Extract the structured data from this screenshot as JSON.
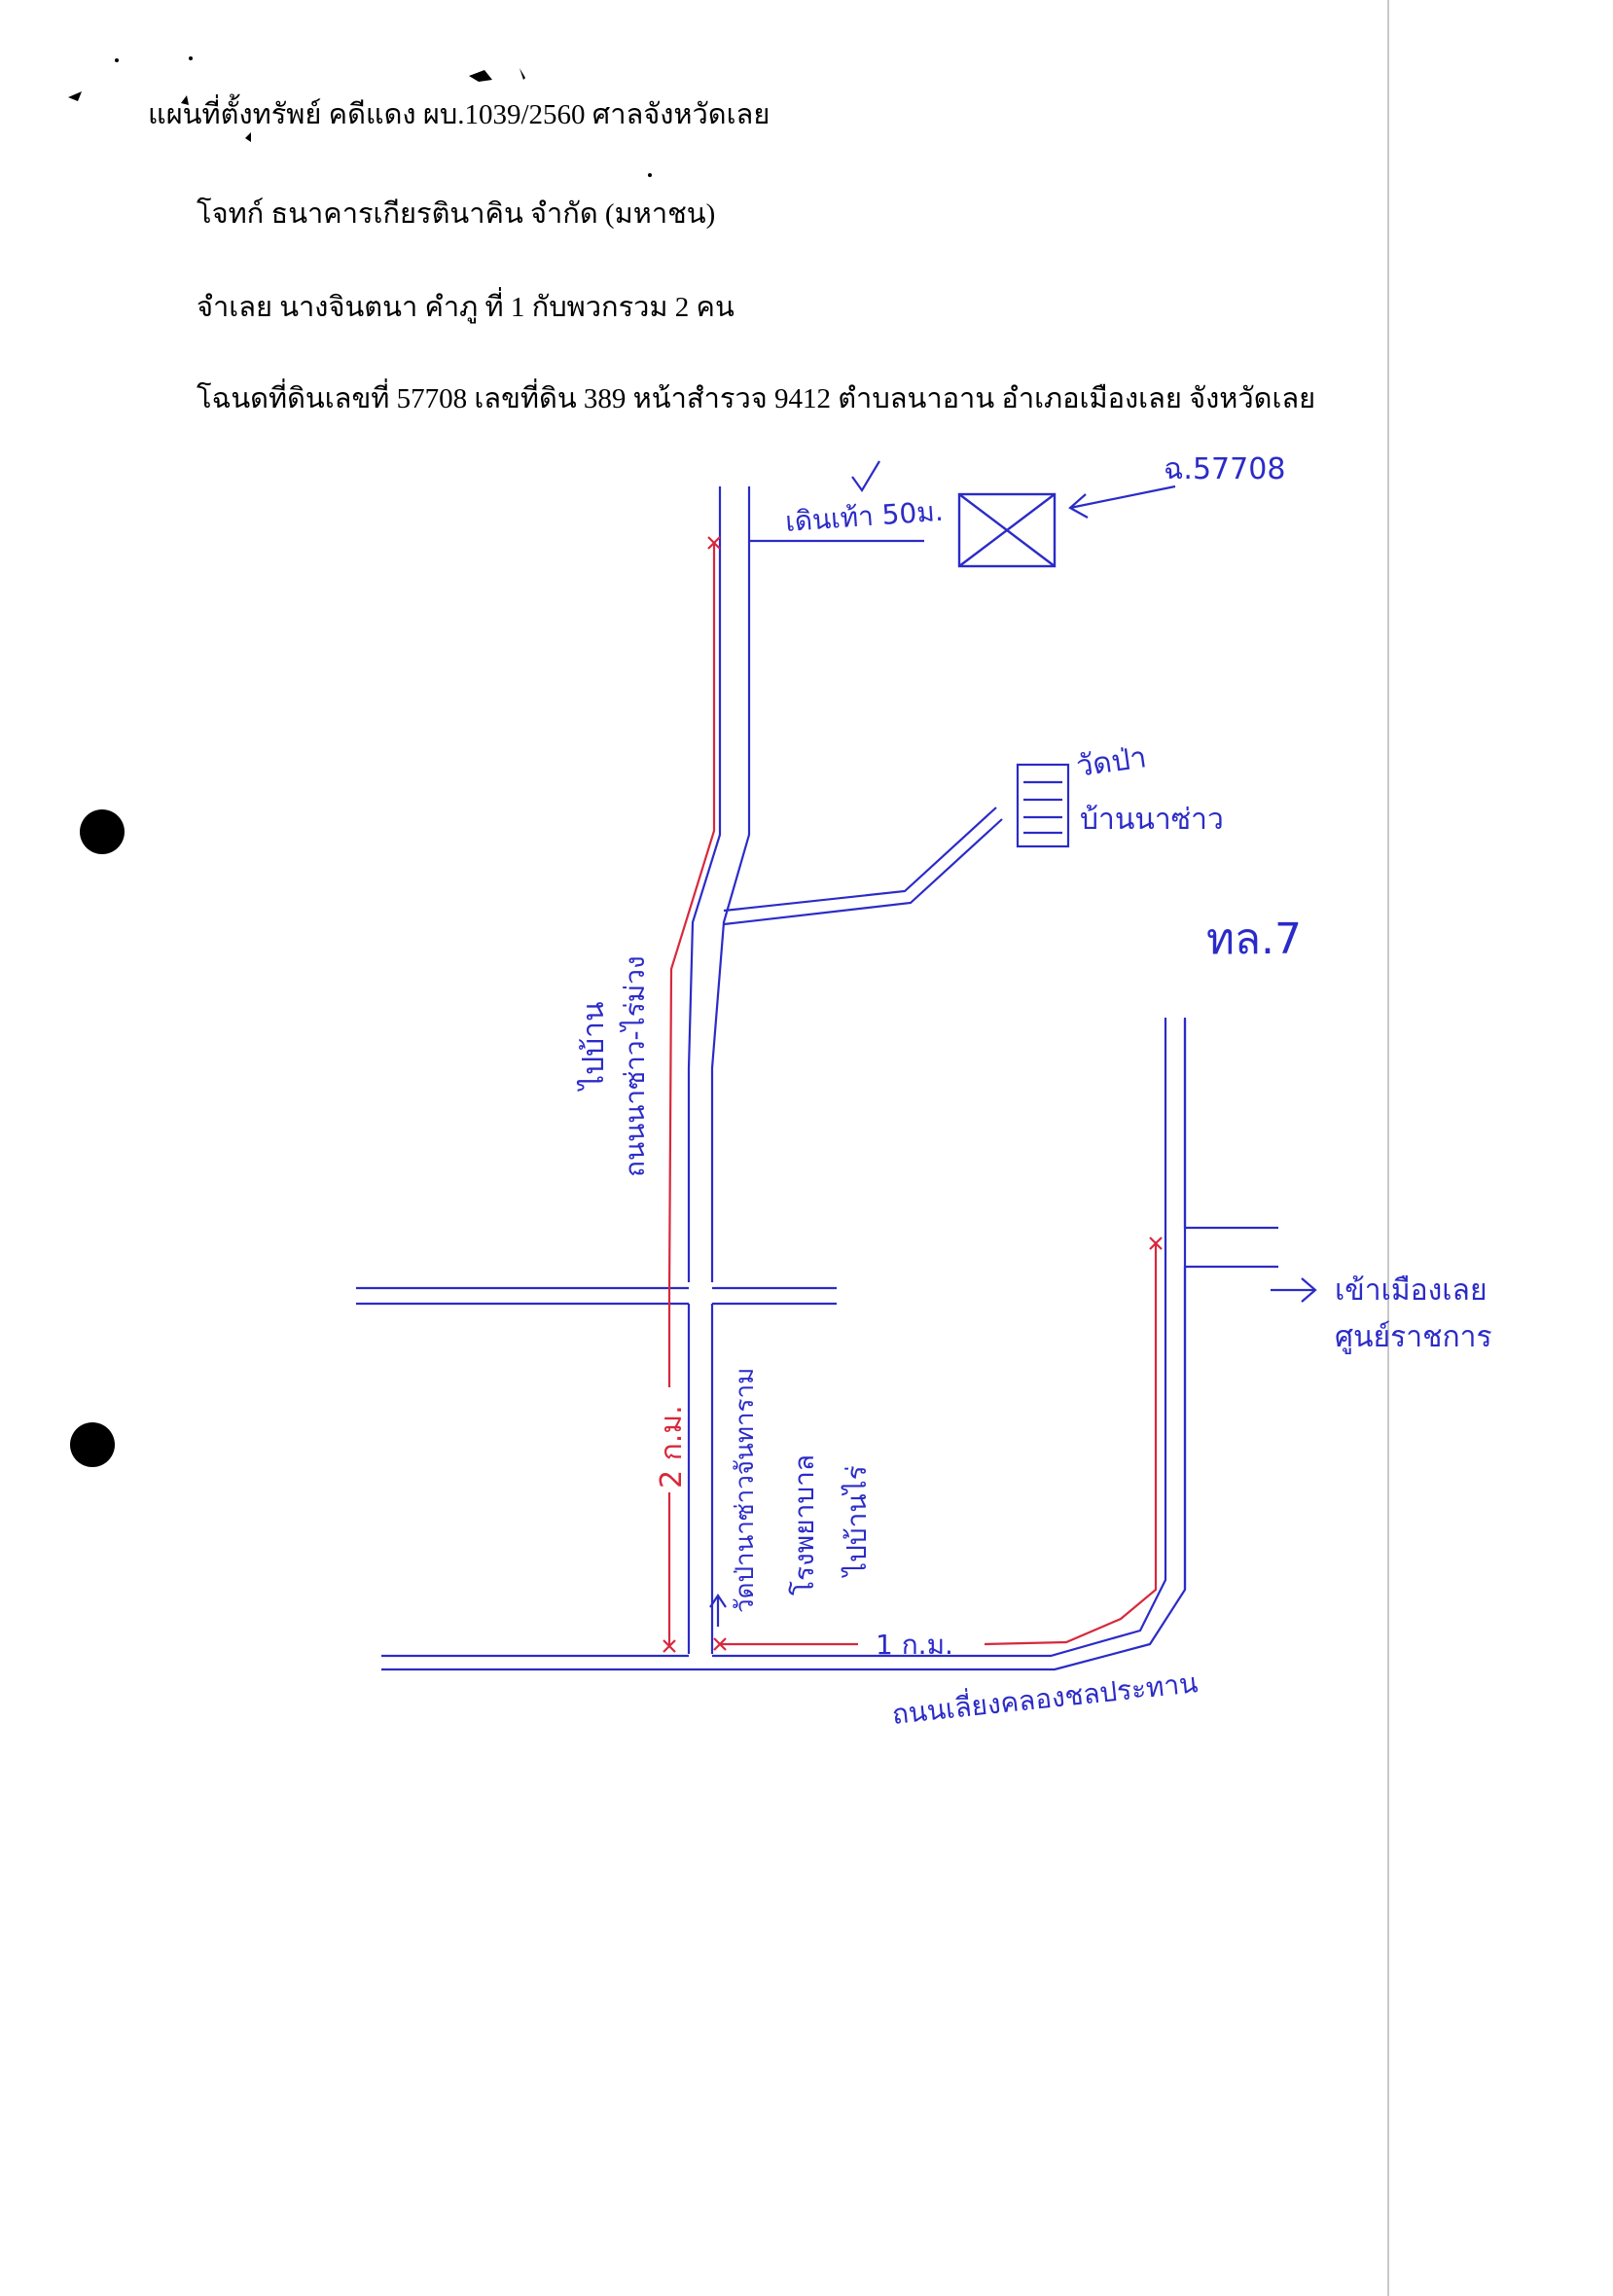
{
  "header": {
    "line1": "แผนที่ตั้งทรัพย์ คดีแดง ผบ.1039/2560  ศาลจังหวัดเลย",
    "line2": "โจทก์  ธนาคารเกียรตินาคิน จำกัด (มหาชน)",
    "line3": "จำเลย นางจินตนา  คำภู ที่ 1 กับพวกรวม 2 คน",
    "line4": "โฉนดที่ดินเลขที่ 57708 เลขที่ดิน 389 หน้าสำรวจ 9412 ตำบลนาอาน อำเภอเมืองเลย จังหวัดเลย"
  },
  "map": {
    "walk_label": "เดินเท้า 50ม.",
    "deed_label": "ฉ.57708",
    "temple_label_1": "วัดป่า",
    "temple_label_2": "บ้านนาซ่าว",
    "highway_label": "ทล.7",
    "road_label_1": "ถนนนาซ่าว-ไร่ม่วง",
    "road_label_2": "ไปบ้าน",
    "distance_2km": "2 ก.ม.",
    "distance_1km": "1 ก.ม.",
    "signage_1": "วัดป่านาซ่าวจันทาราม",
    "signage_2": "โรงพยาบาล",
    "signage_3": "ไปบ้านไร่",
    "to_city_1": "เข้าเมืองเลย",
    "to_city_2": "ศูนย์ราชการ",
    "bypass_road_label": "ถนนเลี่ยงคลองชลประทาน"
  },
  "colors": {
    "pen_blue": "#2b2bc8",
    "pen_red": "#d8283c",
    "ink": "#000000"
  }
}
